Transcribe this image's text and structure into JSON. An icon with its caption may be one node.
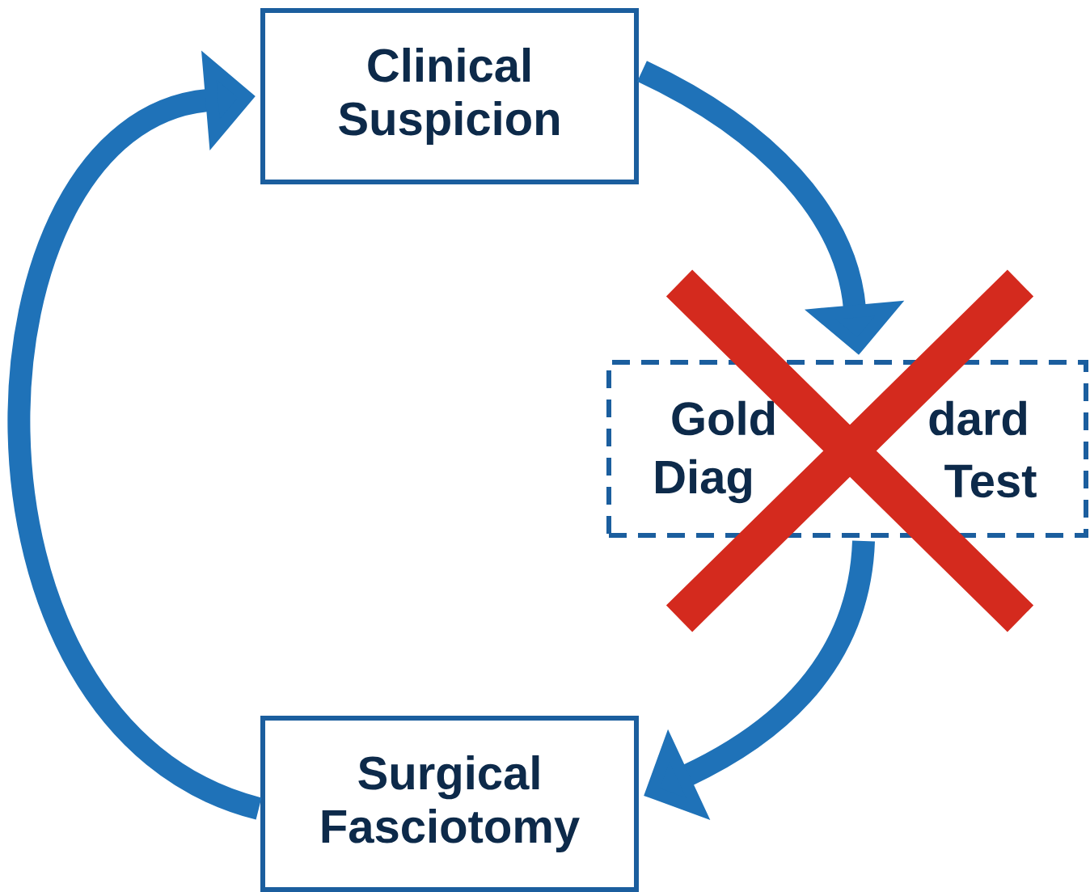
{
  "diagram": {
    "nodes": [
      {
        "text": [
          "Clinical Suspicion"
        ]
      },
      {
        "text": [
          "Gold",
          "dard",
          "Diag",
          "Test"
        ]
      },
      {
        "text": [
          "Surgical Fasciotomy"
        ]
      }
    ],
    "edges": [
      {
        "from": 0,
        "to": 1,
        "arrow": "to"
      },
      {
        "from": 1,
        "to": 2,
        "arrow": "to"
      },
      {
        "from": 2,
        "to": 0,
        "arrow": "to"
      }
    ]
  }
}
